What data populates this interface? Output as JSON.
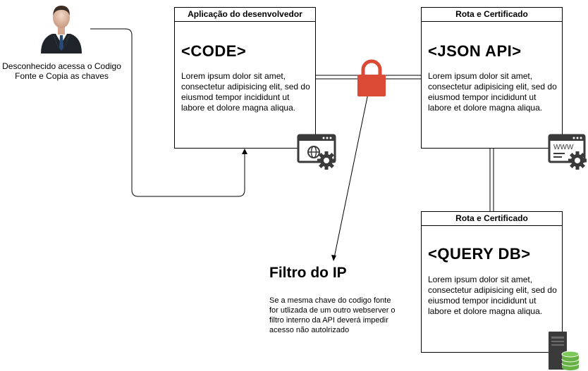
{
  "person": {
    "caption": "Desconhecido acessa o Codigo Fonte e Copia as chaves",
    "icon": "businessman-avatar-icon"
  },
  "cards": {
    "code": {
      "header": "Aplicação do desenvolvedor",
      "title": "<CODE>",
      "body": "Lorem ipsum dolor sit amet, consectetur adipisicing elit, sed do eiusmod tempor incididunt ut labore et dolore magna aliqua.",
      "icon": "web-app-settings-icon"
    },
    "api": {
      "header": "Rota e Certificado",
      "title": "<JSON API>",
      "body": "Lorem ipsum dolor sit amet, consectetur adipisicing elit, sed do eiusmod tempor incididunt ut labore et dolore magna aliqua.",
      "icon": "www-settings-icon",
      "icon_text": "WWW"
    },
    "db": {
      "header": "Rota e Certificado",
      "title": "<QUERY DB>",
      "body": "Lorem ipsum dolor sit amet, consectetur adipisicing elit, sed do eiusmod tempor incididunt ut labore et dolore magna aliqua.",
      "icon": "server-database-icon"
    }
  },
  "filter": {
    "title": "Filtro do IP",
    "text": "Se a mesma chave do codigo fonte for utlizada de um outro webserver o filtro interno da API deverá impedir acesso não autolrizado"
  },
  "lock": {
    "icon": "padlock-icon",
    "color": "#DA4A35"
  },
  "colors": {
    "icon_dark": "#3a3a3a",
    "db_green": "#66B244"
  }
}
